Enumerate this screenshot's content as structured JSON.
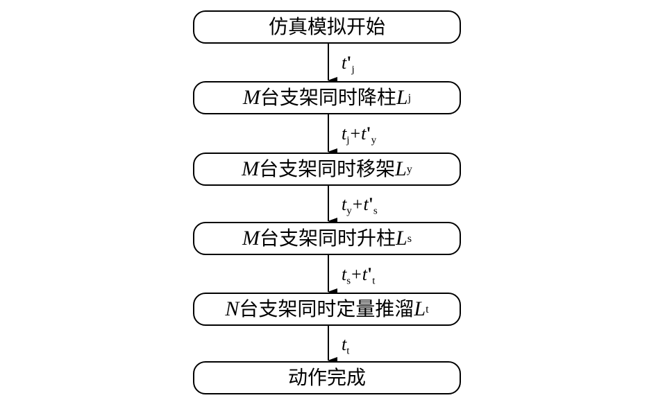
{
  "nodes": {
    "start": {
      "label": "仿真模拟开始"
    },
    "lower_column": {
      "subject": "M",
      "text": "台支架同时降柱",
      "var": "L",
      "sub": "j"
    },
    "move_support": {
      "subject": "M",
      "text": "台支架同时移架",
      "var": "L",
      "sub": "y"
    },
    "raise_column": {
      "subject": "M",
      "text": "台支架同时升柱",
      "var": "L",
      "sub": "s"
    },
    "push_slide": {
      "subject": "N",
      "text": "台支架同时定量推溜",
      "var": "L",
      "sub": "t"
    },
    "end": {
      "label": "动作完成"
    }
  },
  "edges": {
    "e1": {
      "var": "t",
      "prime": "'",
      "sub": "j"
    },
    "e2": {
      "var1": "t",
      "sub1": "j",
      "op": "+",
      "var2": "t",
      "prime": "'",
      "sub2": "y"
    },
    "e3": {
      "var1": "t",
      "sub1": "y",
      "op": "+",
      "var2": "t",
      "prime": "'",
      "sub2": "s"
    },
    "e4": {
      "var1": "t",
      "sub1": "s",
      "op": "+",
      "var2": "t",
      "prime": "'",
      "sub2": "t"
    },
    "e5": {
      "var": "t",
      "sub": "t"
    }
  }
}
